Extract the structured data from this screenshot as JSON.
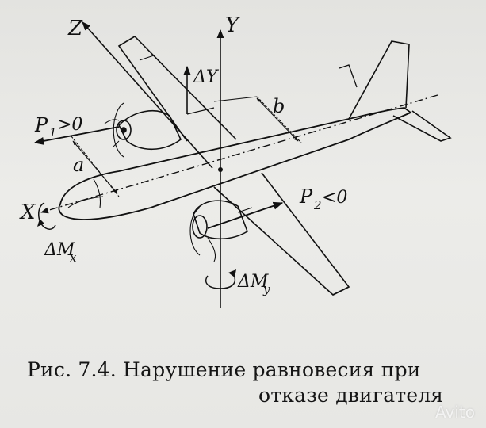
{
  "figure": {
    "axis_labels": {
      "z": "Z",
      "y": "Y",
      "x": "X"
    },
    "annotations": {
      "delta_y": "ΔY",
      "p1": "P",
      "p1_sub": "1",
      "p1_rel": ">0",
      "p2": "P",
      "p2_sub": "2",
      "p2_rel": "<0",
      "dim_a": "a",
      "dim_b": "b",
      "moment_x": "ΔM",
      "moment_x_sub": "x",
      "moment_y": "ΔM",
      "moment_y_sub": "y"
    }
  },
  "caption": {
    "line1": "Рис. 7.4. Нарушение равновесия при",
    "line2": "отказе двигателя"
  },
  "watermark": "Avito"
}
